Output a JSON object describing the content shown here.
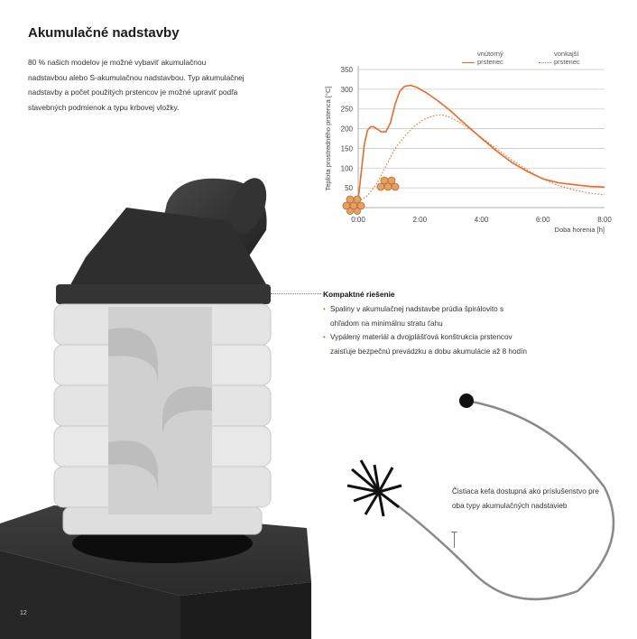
{
  "page": {
    "title": "Akumulačné nadstavby",
    "intro": "80 % našich modelov je možné vybaviť akumulačnou nadstavbou alebo S-akumulačnou nadstavbou. Typ akumulačnej nadstavby a počet použitých prstencov je možné upraviť podľa stavebných podmienok a typu krbovej vložky.",
    "page_number": "12"
  },
  "chart_data": {
    "type": "line",
    "ylabel": "Teplota prostredného prstenca [°C]",
    "xlabel": "Doba horenia [h]",
    "x_ticks": [
      "0:00",
      "2:00",
      "4:00",
      "6:00",
      "8:00"
    ],
    "y_ticks": [
      50,
      100,
      150,
      200,
      250,
      300,
      350
    ],
    "xlim": [
      0,
      8
    ],
    "ylim": [
      0,
      350
    ],
    "grid": true,
    "legend_position": "top-right",
    "colors": {
      "inner": "#e96a2a",
      "outer": "#e96a2a"
    },
    "series": [
      {
        "name": "vnútorný prstenec",
        "style": "solid",
        "x": [
          0,
          0.1,
          0.2,
          0.3,
          0.4,
          0.5,
          0.6,
          0.75,
          0.9,
          1.05,
          1.2,
          1.35,
          1.5,
          1.7,
          1.9,
          2.2,
          2.6,
          3.0,
          3.5,
          4.0,
          4.5,
          5.0,
          5.5,
          6.0,
          6.5,
          7.0,
          7.5,
          8.0
        ],
        "y": [
          20,
          90,
          160,
          195,
          205,
          205,
          200,
          192,
          192,
          215,
          262,
          295,
          307,
          310,
          305,
          292,
          270,
          245,
          210,
          176,
          143,
          114,
          91,
          73,
          63,
          58,
          54,
          52
        ]
      },
      {
        "name": "vonkajší prstenec",
        "style": "dotted",
        "x": [
          0,
          0.3,
          0.6,
          0.9,
          1.2,
          1.5,
          1.8,
          2.1,
          2.4,
          2.6,
          2.8,
          3.0,
          3.3,
          3.6,
          4.0,
          4.5,
          5.0,
          5.5,
          6.0,
          6.5,
          7.0,
          7.5,
          8.0
        ],
        "y": [
          15,
          30,
          60,
          105,
          150,
          180,
          205,
          222,
          232,
          235,
          234,
          228,
          216,
          200,
          178,
          148,
          120,
          95,
          72,
          56,
          45,
          37,
          32
        ]
      }
    ]
  },
  "feature": {
    "heading": "Kompaktné riešenie",
    "bullets": [
      "Spaliny v akumulačnej nadstavbe prúdia špirálovito s ohľadom na minimálnu stratu ťahu",
      "Vypálený materiál a dvojplášťová konštrukcia prstencov zaisťuje bezpečnú prevádzku a dobu akumulácie až 8 hodín"
    ]
  },
  "brush": {
    "text": "Čistiaca kefa dostupná ako príslušenstvo pre oba typy akumulačných nadstavieb"
  },
  "icons": {
    "logs": "firewood-logs-icon",
    "brush": "chimney-brush-icon"
  }
}
